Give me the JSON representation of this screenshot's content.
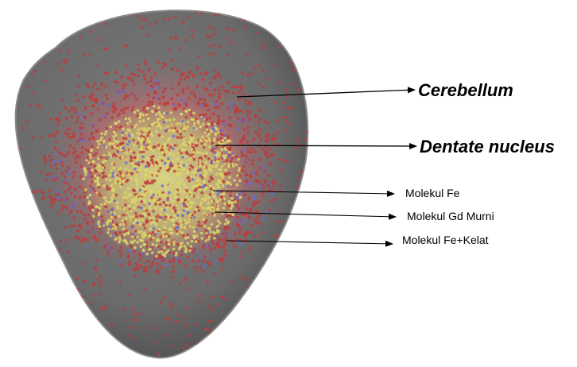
{
  "labels": {
    "cerebellum": "Cerebellum",
    "dentate_nucleus": "Dentate nucleus",
    "molekul_fe": "Molekul Fe",
    "molekul_gd_murni": "Molekul Gd Murni",
    "molekul_fe_kelat": "Molekul Fe+Kelat"
  },
  "colors": {
    "body_shell": "#6e6e6e",
    "shell_edge": "#8a8a8a",
    "particle_red": "#c0393b",
    "particle_yellow": "#d9d66a",
    "particle_blue": "#6a6ad0",
    "arrow": "#000000"
  }
}
